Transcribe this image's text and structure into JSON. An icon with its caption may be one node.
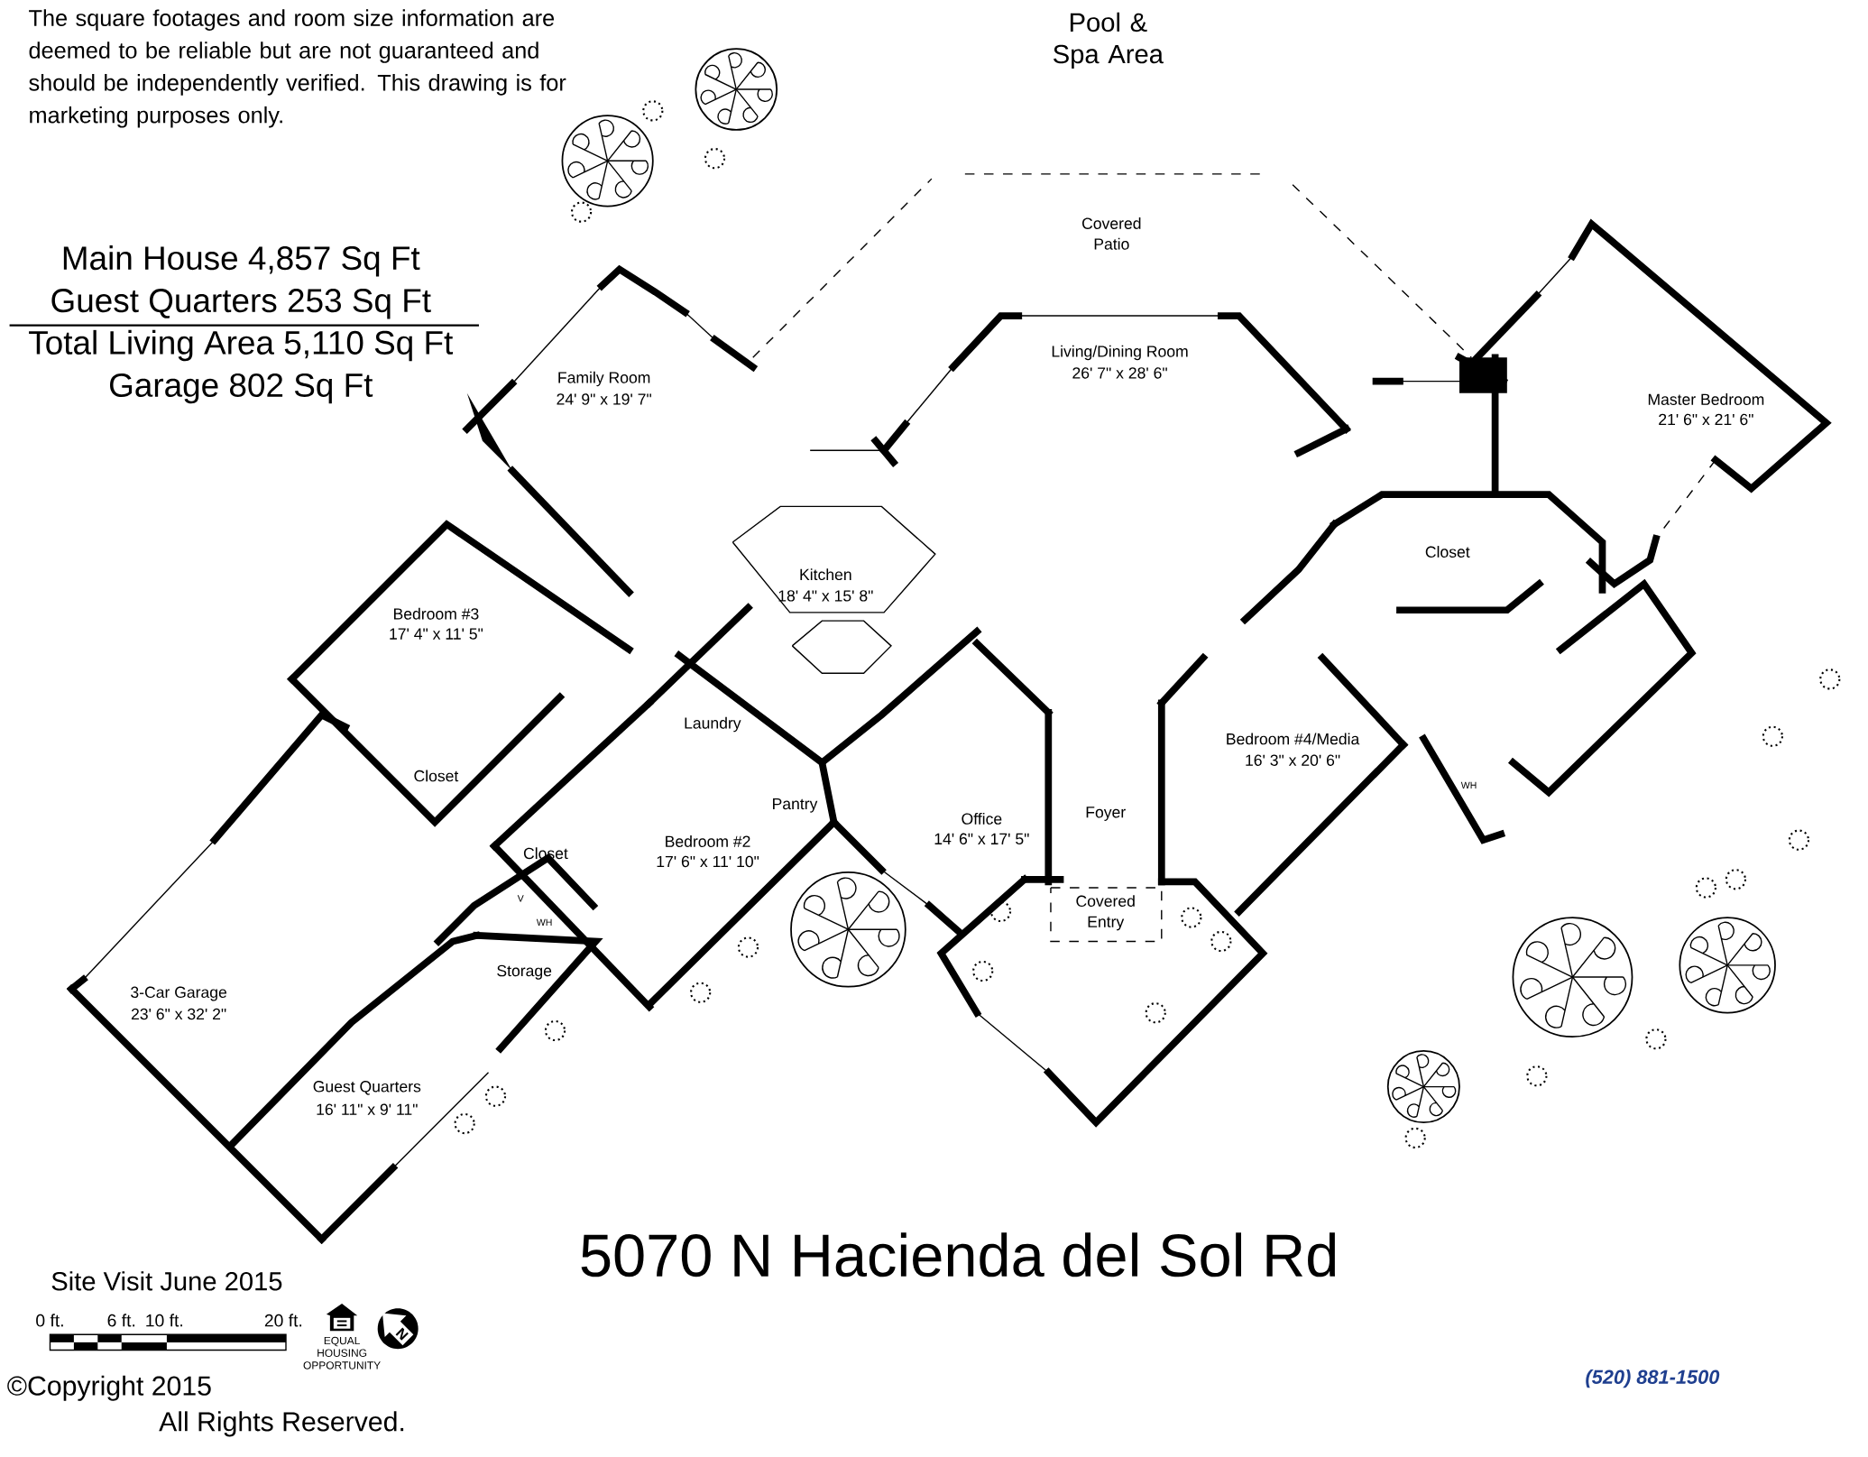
{
  "diagram": {
    "title": "5070 N Hacienda del Sol Rd",
    "labels": [
      "The square footages and room size information are deemed to be reliable but are not guaranteed and should be independently verified. This drawing is for marketing purposes only.",
      "Pool & Spa Area",
      "Main House 4,857 Sq Ft",
      "Guest Quarters 253 Sq Ft",
      "Total Living Area 5,110 Sq Ft",
      "Garage 802 Sq Ft",
      "Covered Patio",
      "Family Room",
      "24' 9\" x 19' 7\"",
      "Living/Dining Room",
      "26' 7\" x 28' 6\"",
      "Master Bedroom",
      "21' 6\" x 21' 6\"",
      "Kitchen",
      "18' 4\" x 15' 8\"",
      "Closet",
      "Bedroom #3",
      "17' 4\" x 11' 5\"",
      "Laundry",
      "Closet",
      "Bedroom #4/Media",
      "16' 3\" x 20' 6\"",
      "Pantry",
      "Office",
      "14' 6\" x 17' 5\"",
      "Foyer",
      "Bedroom #2",
      "17' 6\" x 11' 10\"",
      "Closet",
      "Covered Entry",
      "WH",
      "V",
      "WH",
      "Storage",
      "3-Car Garage",
      "23' 6\" x 32' 2\"",
      "Guest Quarters",
      "16' 11\" x 9' 11\"",
      "Site Visit June 2015",
      "0 ft.",
      "6 ft.",
      "10 ft.",
      "20 ft.",
      "EQUAL HOUSING OPPORTUNITY",
      "N",
      "©Copyright 2015",
      "All Rights Reserved.",
      "(520) 881-1500"
    ]
  }
}
